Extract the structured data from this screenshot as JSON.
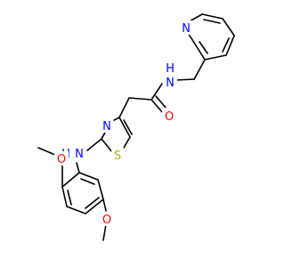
{
  "colors": {
    "background": "#ffffff",
    "bond": "#000000",
    "nitrogen": "#0000ff",
    "oxygen": "#ff0000",
    "sulfur": "#b2b200",
    "hydrogen_on_nitrogen": "#0000ff"
  },
  "atom_labels": {
    "pyridine_n": "N",
    "amide_nh": "N",
    "amide_h": "H",
    "carbonyl_o": "O",
    "thiazole_n": "N",
    "thiazole_s": "S",
    "amine_h": "H",
    "amine_n": "N",
    "methoxy_o_upper": "O",
    "methoxy_o_lower": "O"
  }
}
